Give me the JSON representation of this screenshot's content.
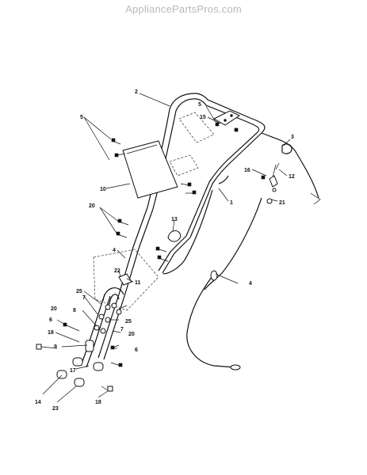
{
  "watermark": "AppliancePartsPros.com",
  "callouts": [
    {
      "id": "c2",
      "text": "2"
    },
    {
      "id": "c3",
      "text": "3"
    },
    {
      "id": "c5a",
      "text": "5"
    },
    {
      "id": "c15",
      "text": "15"
    },
    {
      "id": "c5b",
      "text": "5"
    },
    {
      "id": "c16",
      "text": "16"
    },
    {
      "id": "c12",
      "text": "12"
    },
    {
      "id": "c10",
      "text": "10"
    },
    {
      "id": "c1",
      "text": "1"
    },
    {
      "id": "c21",
      "text": "21"
    },
    {
      "id": "c20a",
      "text": "20"
    },
    {
      "id": "c13",
      "text": "13"
    },
    {
      "id": "c4a",
      "text": "4"
    },
    {
      "id": "c4b",
      "text": "4"
    },
    {
      "id": "c22",
      "text": "22"
    },
    {
      "id": "c11",
      "text": "11"
    },
    {
      "id": "c25a",
      "text": "25"
    },
    {
      "id": "c7a",
      "text": "7"
    },
    {
      "id": "c20b",
      "text": "20"
    },
    {
      "id": "c8",
      "text": "8"
    },
    {
      "id": "c6a",
      "text": "6"
    },
    {
      "id": "c25b",
      "text": "25"
    },
    {
      "id": "c7b",
      "text": "7"
    },
    {
      "id": "c18a",
      "text": "18"
    },
    {
      "id": "c20c",
      "text": "20"
    },
    {
      "id": "c9",
      "text": "9"
    },
    {
      "id": "c6b",
      "text": "6"
    },
    {
      "id": "c17",
      "text": "17"
    },
    {
      "id": "c14",
      "text": "14"
    },
    {
      "id": "c23",
      "text": "23"
    },
    {
      "id": "c18b",
      "text": "18"
    }
  ]
}
